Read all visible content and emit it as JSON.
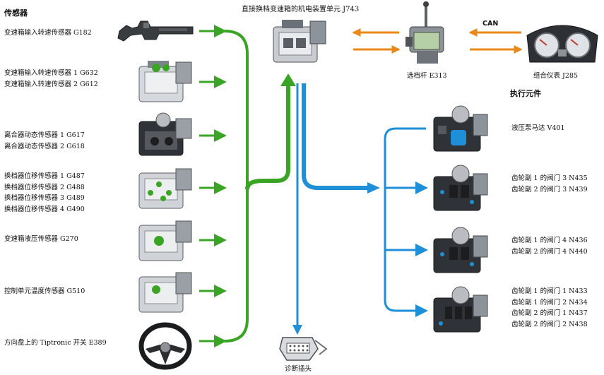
{
  "diagram": {
    "sensors_header": "传感器",
    "actuators_header": "执行元件",
    "control_unit_label": "直接换档变速箱的机电装置单元 J743",
    "selector_label": "选档杆 E313",
    "cluster_label": "组合仪表 J285",
    "can_label": "CAN",
    "diagnostic_label": "诊断插头",
    "sensors": [
      {
        "lines": [
          "变速箱输入转速传感器 G182"
        ],
        "icon": "speed-sensor-icon"
      },
      {
        "lines": [
          "变速箱输入转速传感器 1 G632",
          "变速箱输入转速传感器 2 G612"
        ],
        "icon": "mechatronic-module-icon"
      },
      {
        "lines": [
          "离合器动态传感器 1 G617",
          "离合器动态传感器 2 G618"
        ],
        "icon": "mechatronic-module-icon"
      },
      {
        "lines": [
          "换档器位移传感器 1 G487",
          "换档器位移传感器 2 G488",
          "换档器位移传感器 3 G489",
          "换档器位移传感器 4 G490"
        ],
        "icon": "mechatronic-module-icon"
      },
      {
        "lines": [
          "变速箱液压传感器 G270"
        ],
        "icon": "mechatronic-module-icon"
      },
      {
        "lines": [
          "控制单元温度传感器 G510"
        ],
        "icon": "mechatronic-module-icon"
      },
      {
        "lines": [
          "方向盘上的 Tiptronic 开关 E389"
        ],
        "icon": "steering-wheel-icon"
      }
    ],
    "actuators": [
      {
        "lines": [
          "液压泵马达 V401"
        ],
        "icon": "pump-module-icon"
      },
      {
        "lines": [
          "齿轮副 1 的阀门 3 N435",
          "齿轮副 2 的阀门 3 N439"
        ],
        "icon": "valve-module-icon"
      },
      {
        "lines": [
          "齿轮副 1 的阀门 4 N436",
          "齿轮副 2 的阀门 4 N440"
        ],
        "icon": "valve-module-icon"
      },
      {
        "lines": [
          "齿轮副 1 的阀门 1 N433",
          "齿轮副 1 的阀门 2 N434",
          "齿轮副 2 的阀门 1 N437",
          "齿轮副 2 的阀门 2 N438"
        ],
        "icon": "valve-module-icon"
      }
    ],
    "colors": {
      "input_arrows": "#3aa524",
      "output_arrows": "#1f8fd8",
      "can_arrows": "#e8891a"
    }
  }
}
